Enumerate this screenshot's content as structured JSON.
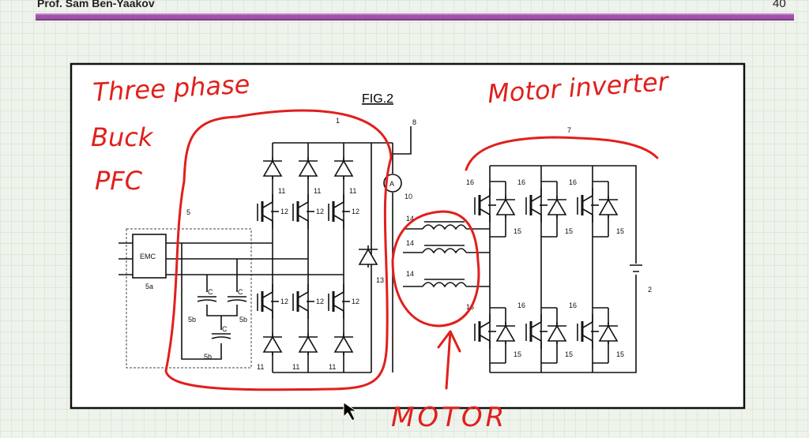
{
  "header": {
    "author": "Prof. Sam Ben-Yaakov",
    "page": "40",
    "accent": "#a052a8"
  },
  "figure": {
    "title": "FIG.2",
    "labels": {
      "emc": "EMC",
      "emc_ref": "5a",
      "filter_ref": "5",
      "cap": "C",
      "cap_ref": "5b",
      "diode": "11",
      "switch": "12",
      "freewheel": "13",
      "rectifier_ref": "1",
      "output": "8",
      "ammeter": "A",
      "ammeter_ref": "10",
      "winding": "14",
      "inv_switch": "16",
      "inv_diode": "15",
      "inverter_ref": "7",
      "battery_ref": "2"
    }
  },
  "annotations": {
    "line1": "Three phase",
    "line2": "Buck",
    "line3": "PFC",
    "inverter": "Motor inverter",
    "motor": "MOTOR",
    "color": "#e0201c"
  }
}
